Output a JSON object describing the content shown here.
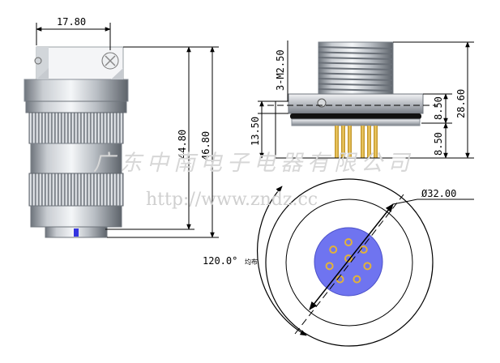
{
  "dimensions": {
    "left_width": "17.80",
    "left_height_inner": "44.80",
    "left_height_outer": "46.80",
    "thread": "3-M2.50",
    "flange_height": "13.50",
    "top_gap": "8.50",
    "bottom_gap": "8.50",
    "right_height": "28.60",
    "diameter": "Ø32.00",
    "angle": "120.0°",
    "angle_note": "均布"
  },
  "watermark": {
    "company": "广东中南电子电器有限公司",
    "url": "http://www.zndz.cc"
  },
  "colors": {
    "pin_face": "#6f74f0",
    "pin_gold": "#e2b23a",
    "metal_light": "#e9ecef",
    "metal_dark": "#8a9098",
    "blue_mark": "#3434e0"
  }
}
